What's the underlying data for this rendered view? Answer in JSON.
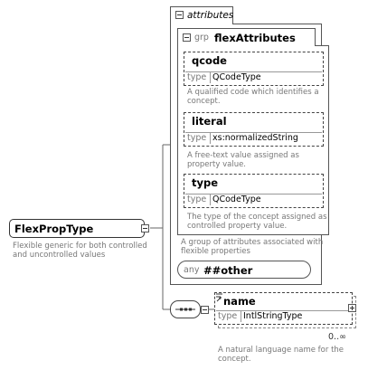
{
  "root": {
    "name": "FlexPropType",
    "description_line1": "Flexible generic for both controlled",
    "description_line2": "and uncontrolled values"
  },
  "attributes_box": {
    "title": "attributes"
  },
  "group": {
    "prefix": "grp",
    "name": "flexAttributes",
    "description_line1": "A group of attributes associated with",
    "description_line2": "flexible properties"
  },
  "attributes": [
    {
      "name": "qcode",
      "type_label": "type",
      "type_value": "QCodeType",
      "description_line1": "A qualified code which identifies a",
      "description_line2": "concept."
    },
    {
      "name": "literal",
      "type_label": "type",
      "type_value": "xs:normalizedString",
      "description_line1": "A free-text value assigned as",
      "description_line2": "property value."
    },
    {
      "name": "type",
      "type_label": "type",
      "type_value": "QCodeType",
      "description_line1": "The type of the concept assigned as",
      "description_line2": "controlled property value."
    }
  ],
  "any_attr": {
    "prefix": "any",
    "name": "##other"
  },
  "element": {
    "name": "name",
    "type_label": "type",
    "type_value": "IntlStringType",
    "occurrence": "0..∞",
    "description_line1": "A natural language name for the",
    "description_line2": "concept."
  }
}
